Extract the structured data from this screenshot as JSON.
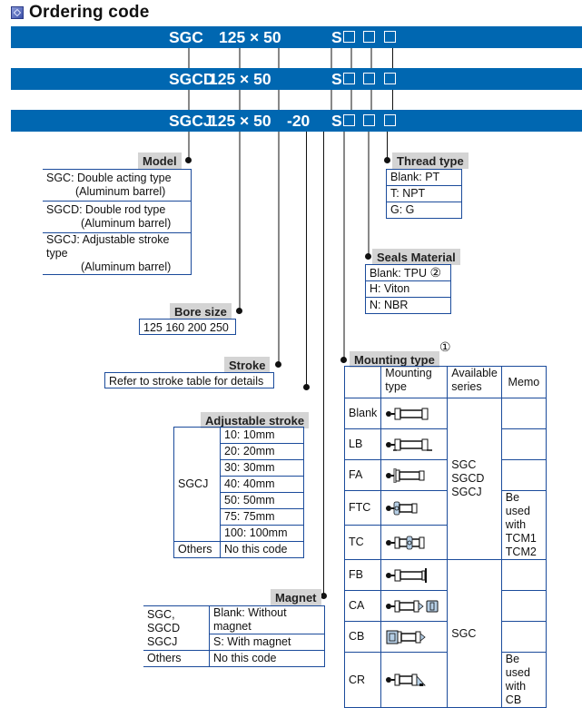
{
  "header": {
    "title": "Ordering code",
    "title_icon": "section-square-icon"
  },
  "code_bars": [
    {
      "model": "SGC",
      "size": "125 x 50",
      "stroke_adj": "",
      "magnet": "S"
    },
    {
      "model": "SGCD",
      "size": "125 x 50",
      "stroke_adj": "",
      "magnet": "S"
    },
    {
      "model": "SGCJ",
      "size": "125 x 50",
      "stroke_adj": "-20",
      "magnet": "S"
    }
  ],
  "model": {
    "label": "Model",
    "rows": [
      {
        "line1": "SGC: Double acting type",
        "line2": "(Aluminum barrel)"
      },
      {
        "line1": "SGCD: Double rod type",
        "line2": "(Aluminum barrel)"
      },
      {
        "line1": "SGCJ: Adjustable stroke type",
        "line2": "(Aluminum barrel)"
      }
    ]
  },
  "bore_size": {
    "label": "Bore size",
    "values": "125 160 200 250"
  },
  "stroke": {
    "label": "Stroke",
    "text": "Refer to stroke table for details"
  },
  "adjustable_stroke": {
    "label": "Adjustable stroke",
    "group": "SGCJ",
    "options": [
      "10: 10mm",
      "20: 20mm",
      "30: 30mm",
      "40: 40mm",
      "50: 50mm",
      "75: 75mm",
      "100: 100mm"
    ],
    "others_label": "Others",
    "others_value": "No this code"
  },
  "magnet": {
    "label": "Magnet",
    "group_line1": "SGC, SGCD",
    "group_line2": "SGCJ",
    "options": [
      "Blank: Without magnet",
      "S: With magnet"
    ],
    "others_label": "Others",
    "others_value": "No this code"
  },
  "thread_type": {
    "label": "Thread type",
    "options": [
      "Blank: PT",
      "T: NPT",
      "G: G"
    ]
  },
  "seals_material": {
    "label": "Seals Material",
    "options": [
      "Blank: TPU",
      "H: Viton",
      "N: NBR"
    ],
    "note_mark": "②"
  },
  "mounting_type": {
    "label": "Mounting type",
    "note_mark": "①",
    "headers": {
      "code": "",
      "type_line1": "Mounting",
      "type_line2": "type",
      "series_line1": "Available",
      "series_line2": "series",
      "memo": "Memo"
    },
    "series_group1": [
      "SGC",
      "SGCD",
      "SGCJ"
    ],
    "series_group2": "SGC",
    "memo_tc": [
      "Be used",
      "with TCM1",
      "TCM2"
    ],
    "memo_cr": [
      "Be used",
      "with CB"
    ],
    "rows": [
      {
        "code": "Blank",
        "icon": "basic-mount-icon"
      },
      {
        "code": "LB",
        "icon": "foot-mount-icon"
      },
      {
        "code": "FA",
        "icon": "front-flange-icon"
      },
      {
        "code": "FTC",
        "icon": "front-trunnion-icon"
      },
      {
        "code": "TC",
        "icon": "center-trunnion-icon"
      },
      {
        "code": "FB",
        "icon": "rear-flange-icon"
      },
      {
        "code": "CA",
        "icon": "single-clevis-icon"
      },
      {
        "code": "CB",
        "icon": "double-clevis-icon"
      },
      {
        "code": "CR",
        "icon": "clevis-bracket-icon"
      }
    ]
  },
  "colors": {
    "bar_blue": "#0067b1",
    "table_border": "#1b4b9b",
    "label_gray": "#d4d4d4"
  }
}
